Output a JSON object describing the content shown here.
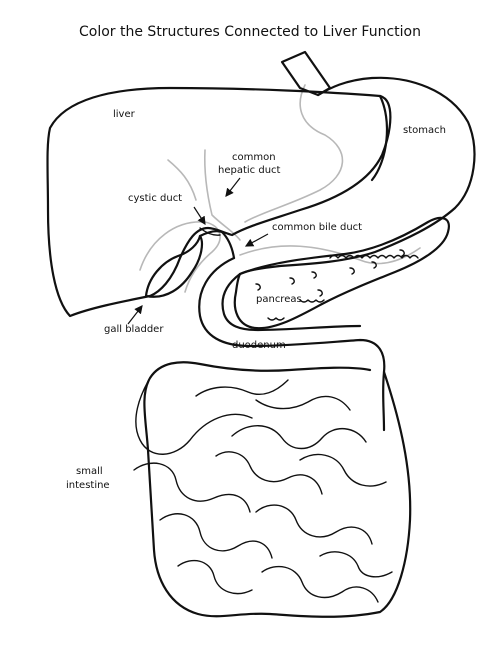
{
  "title": "Color the Structures Connected to Liver Function",
  "labels": {
    "liver": "liver",
    "stomach": "stomach",
    "common_hepatic_line1": "common",
    "common_hepatic_line2": "hepatic duct",
    "cystic_duct": "cystic duct",
    "common_bile_duct": "common bile duct",
    "pancreas": "pancreas",
    "gall_bladder": "gall bladder",
    "duodenum": "duodenum",
    "small_intestine_line1": "small",
    "small_intestine_line2": "intestine"
  }
}
